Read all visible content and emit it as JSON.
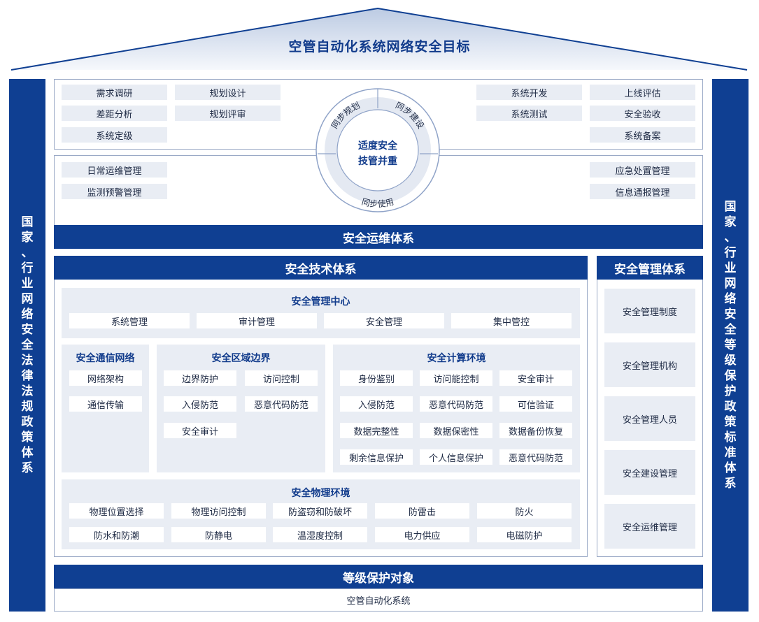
{
  "goal_title": "空管自动化系统网络安全目标",
  "left_pillar": [
    "国",
    "家",
    "、",
    "行",
    "业",
    "网",
    "络",
    "安",
    "全",
    "法",
    "律",
    "法",
    "规",
    "政",
    "策",
    "体",
    "系"
  ],
  "right_pillar": [
    "国",
    "家",
    "、",
    "行",
    "业",
    "网",
    "络",
    "安",
    "全",
    "等",
    "级",
    "保",
    "护",
    "政",
    "策",
    "标",
    "准",
    "体",
    "系"
  ],
  "build": {
    "left": [
      "需求调研",
      "规划设计",
      "差距分析",
      "规划评审",
      "系统定级"
    ],
    "right": [
      "系统开发",
      "上线评估",
      "系统测试",
      "安全验收",
      "系统备案"
    ]
  },
  "circle": {
    "top_left": "同步规划",
    "top_right": "同步建设",
    "bottom": "同步使用",
    "center_line1": "适度安全",
    "center_line2": "技管并重"
  },
  "ops": {
    "left": [
      "日常运维管理",
      "监测预警管理"
    ],
    "right": [
      "应急处置管理",
      "信息通报管理"
    ],
    "bar": "安全运维体系"
  },
  "tech": {
    "title": "安全技术体系",
    "center": {
      "title": "安全管理中心",
      "items": [
        "系统管理",
        "审计管理",
        "安全管理",
        "集中管控"
      ]
    },
    "comm": {
      "title": "安全通信网络",
      "items": [
        "网络架构",
        "通信传输"
      ]
    },
    "boundary": {
      "title": "安全区域边界",
      "items": [
        "边界防护",
        "访问控制",
        "入侵防范",
        "恶意代码防范",
        "安全审计"
      ]
    },
    "compute": {
      "title": "安全计算环境",
      "items": [
        "身份鉴别",
        "访问能控制",
        "安全审计",
        "入侵防范",
        "恶意代码防范",
        "可信验证",
        "数据完整性",
        "数据保密性",
        "数据备份恢复",
        "剩余信息保护",
        "个人信息保护",
        "恶意代码防范"
      ]
    },
    "physical": {
      "title": "安全物理环境",
      "items": [
        "物理位置选择",
        "物理访问控制",
        "防盗窃和防破坏",
        "防雷击",
        "防火",
        "防水和防潮",
        "防静电",
        "温湿度控制",
        "电力供应",
        "电磁防护"
      ]
    }
  },
  "mgmt": {
    "title": "安全管理体系",
    "items": [
      "安全管理制度",
      "安全管理机构",
      "安全管理人员",
      "安全建设管理",
      "安全运维管理"
    ]
  },
  "bottom": {
    "bar": "等级保护对象",
    "object": "空管自动化系统"
  }
}
